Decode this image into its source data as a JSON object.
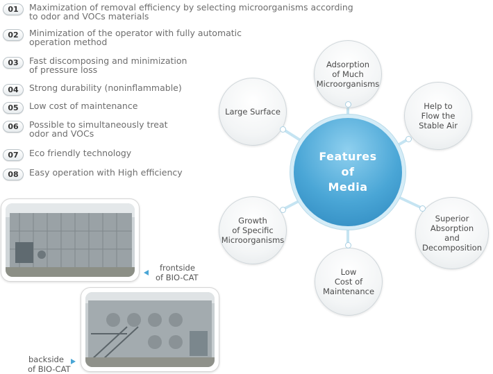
{
  "features_list": [
    {
      "num": "01",
      "line1": "Maximization of removal efficiency by selecting microorganisms according",
      "line2": "to odor and VOCs materials"
    },
    {
      "num": "02",
      "line1": "Minimization of the operator with fully automatic",
      "line2": "operation method"
    },
    {
      "num": "03",
      "line1": "Fast discomposing and minimization",
      "line2": "of pressure loss"
    },
    {
      "num": "04",
      "line1": "Strong durability (noninflammable)",
      "line2": ""
    },
    {
      "num": "05",
      "line1": "Low cost of maintenance",
      "line2": ""
    },
    {
      "num": "06",
      "line1": "Possible to simultaneously treat",
      "line2": "odor and VOCs"
    },
    {
      "num": "07",
      "line1": "Eco friendly technology",
      "line2": ""
    },
    {
      "num": "08",
      "line1": "Easy operation with High efficiency",
      "line2": ""
    }
  ],
  "photos": {
    "front": {
      "caption_line1": "frontside",
      "caption_line2": "of BIO-CAT"
    },
    "back": {
      "caption_line1": "backside",
      "caption_line2": "of BIO-CAT"
    }
  },
  "diagram": {
    "center": {
      "line1": "Features",
      "line2": "of",
      "line3": "Media"
    },
    "nodes": {
      "adsorption": {
        "line1": "Adsorption",
        "line2": "of Much",
        "line3": "Microorganisms"
      },
      "flow": {
        "line1": "Help to",
        "line2": "Flow the",
        "line3": "Stable Air"
      },
      "absorption": {
        "line1": "Superior",
        "line2": "Absorption",
        "line3": "and",
        "line4": "Decomposition"
      },
      "maintenance": {
        "line1": "Low",
        "line2": "Cost of",
        "line3": "Maintenance"
      },
      "growth": {
        "line1": "Growth",
        "line2": "of Specific",
        "line3": "Microorganisms"
      },
      "surface": {
        "line1": "Large Surface"
      }
    },
    "colors": {
      "center": "#3f9ed3",
      "connector": "#c5e4f2",
      "node_border": "#cfd6da"
    }
  }
}
